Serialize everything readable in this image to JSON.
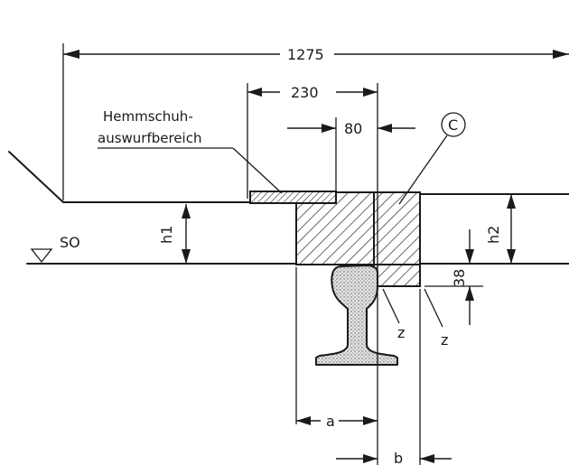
{
  "labels": {
    "overall_width": "1275",
    "shoe_zone_width": "230",
    "offset_80": "80",
    "marker_c": "C",
    "callout_line1": "Hemmschuh-",
    "callout_line2": "auswurfbereich",
    "so": "SO",
    "h1": "h1",
    "h2": "h2",
    "dim_38": "38",
    "z_left": "z",
    "z_right": "z",
    "dim_a": "a",
    "dim_b": "b"
  }
}
